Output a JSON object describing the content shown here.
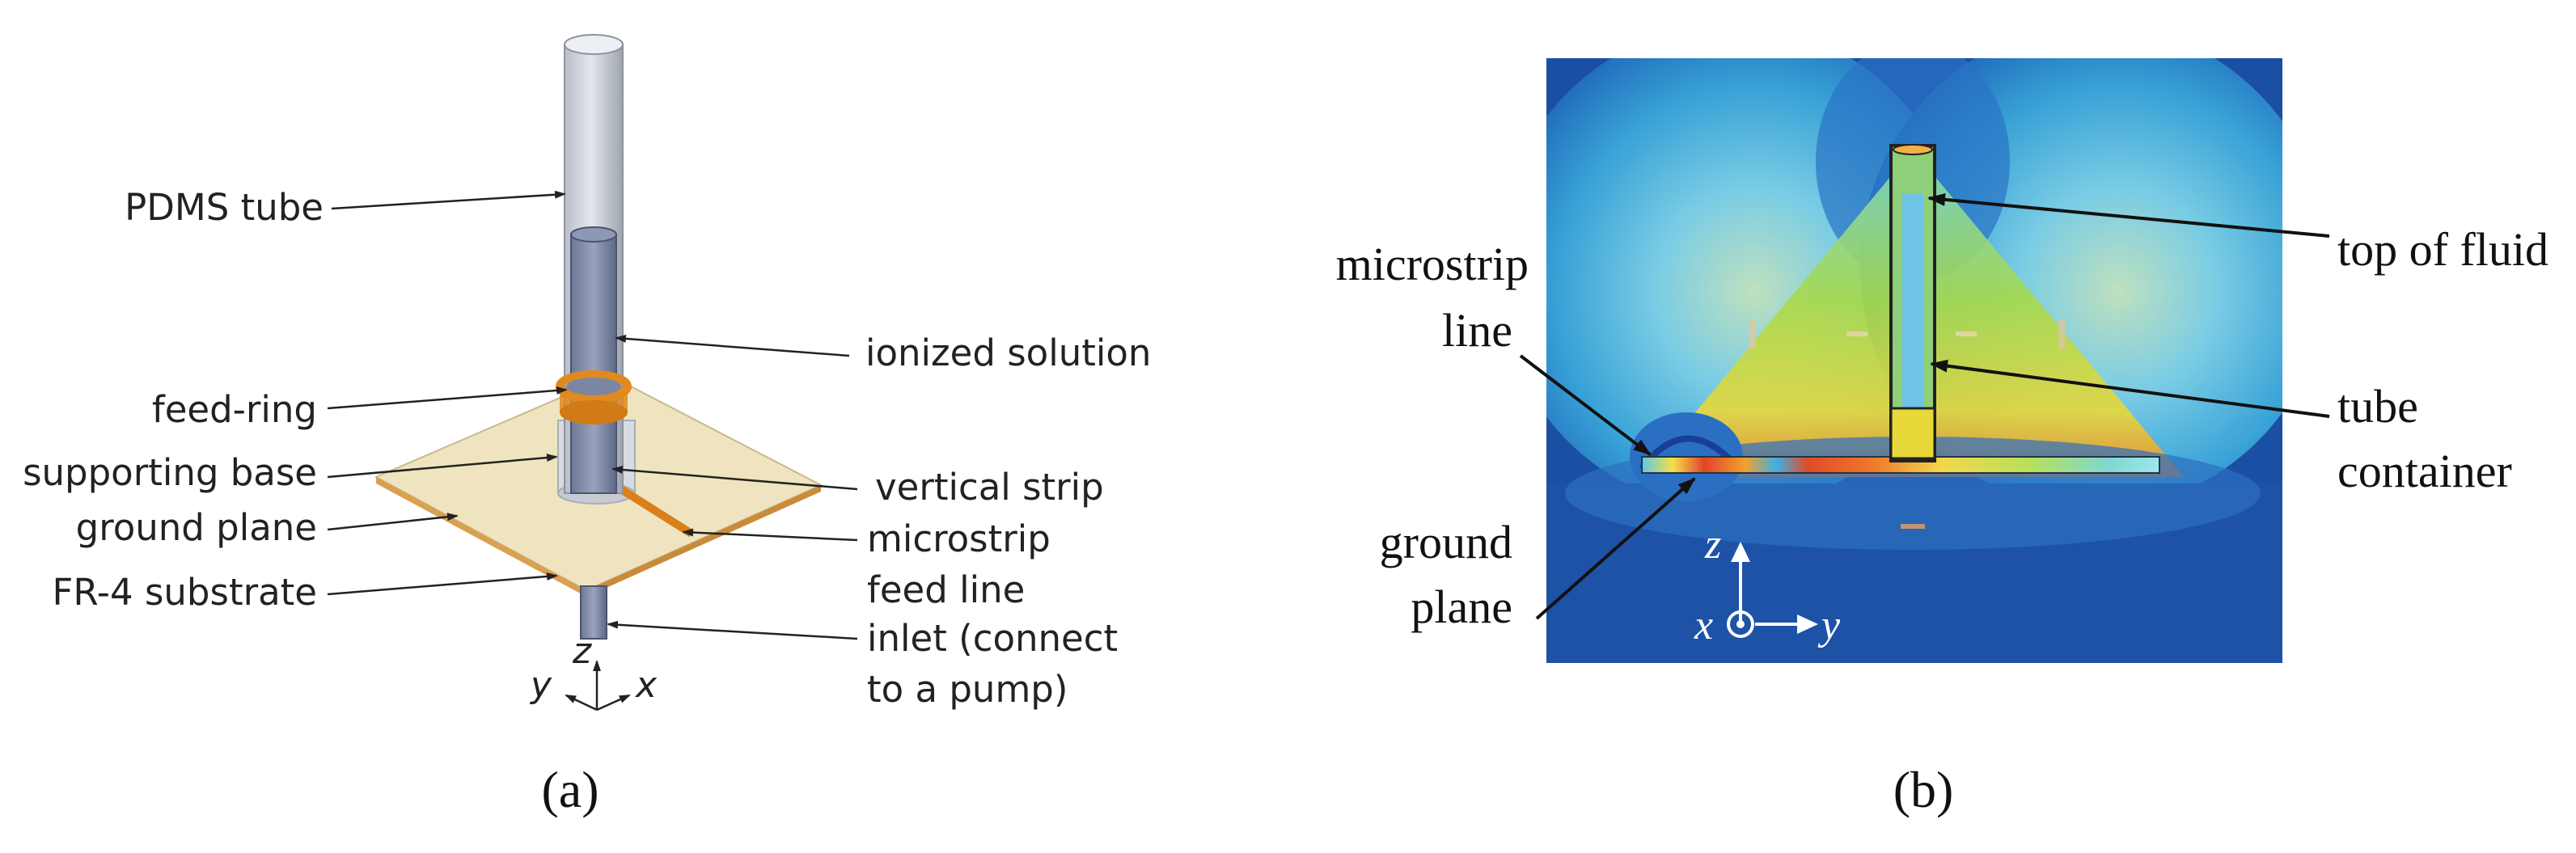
{
  "panel_a": {
    "labels": {
      "pdms_tube": "PDMS tube",
      "ionized_solution": "ionized solution",
      "feed_ring": "feed-ring",
      "supporting_base": "supporting base",
      "ground_plane": "ground plane",
      "fr4_substrate": "FR-4 substrate",
      "vertical_strip": "vertical strip",
      "microstrip": "microstrip",
      "feed_line": "feed line",
      "inlet_line1": "inlet (connect",
      "inlet_line2": "to a pump)"
    },
    "axes": {
      "z": "z",
      "y": "y",
      "x": "x"
    },
    "caption": "(a)"
  },
  "panel_b": {
    "labels": {
      "microstrip": "microstrip",
      "line": "line",
      "ground": "ground",
      "plane": "plane",
      "top_of_fluid": "top of fluid",
      "tube": "tube",
      "container": "container"
    },
    "axes": {
      "z": "z",
      "x": "x",
      "y": "y"
    },
    "caption": "(b)"
  },
  "colors": {
    "substrate": "#efe4bf",
    "copper": "#e08a1e",
    "tube": "#c9cdd4",
    "solution": "#7b86a3",
    "field_background": "#1b4fa3"
  }
}
